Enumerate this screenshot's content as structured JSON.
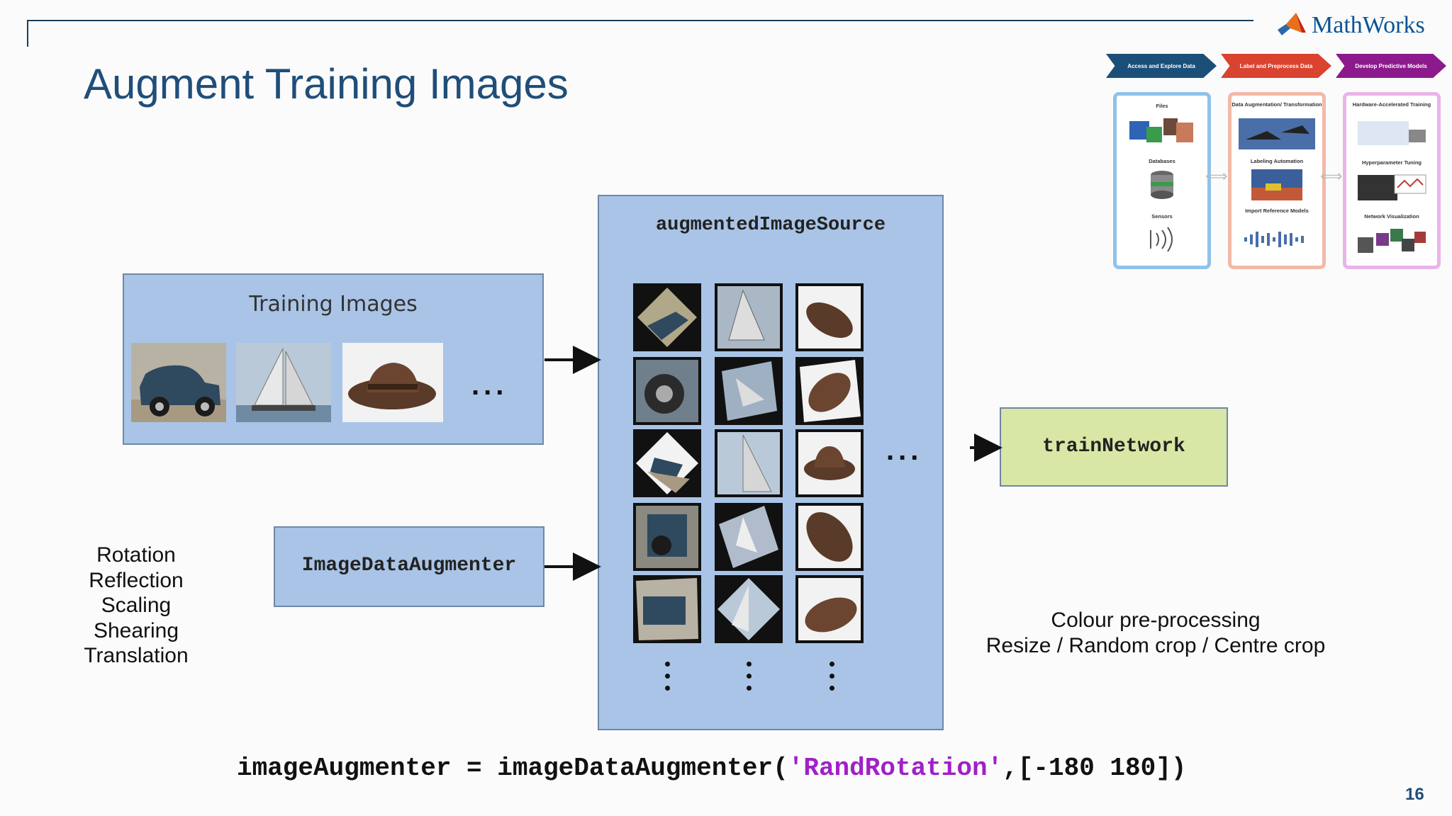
{
  "slide": {
    "title": "Augment Training Images",
    "logo_text": "MathWorks",
    "page_number": "16"
  },
  "workflow": {
    "stages": [
      {
        "label": "Access and Explore Data",
        "color": "#1b4f7a"
      },
      {
        "label": "Label and Preprocess Data",
        "color": "#d9432f"
      },
      {
        "label": "Develop Predictive Models",
        "color": "#8c1a8c"
      }
    ],
    "panels": [
      {
        "items": [
          "Files",
          "Databases",
          "Sensors"
        ],
        "border": "#8ec3ea"
      },
      {
        "items": [
          "Data Augmentation/ Transformation",
          "Labeling Automation",
          "Import Reference Models"
        ],
        "border": "#f3b9a8"
      },
      {
        "items": [
          "Hardware-Accelerated Training",
          "Hyperparameter Tuning",
          "Network Visualization"
        ],
        "border": "#e9b4e9"
      }
    ]
  },
  "diagram": {
    "training_images_label": "Training Images",
    "augmented_source_label": "augmentedImageSource",
    "augmenter_label": "ImageDataAugmenter",
    "train_network_label": "trainNetwork",
    "ellipsis": "...",
    "transforms": [
      "Rotation",
      "Reflection",
      "Scaling",
      "Shearing",
      "Translation"
    ],
    "output_options": [
      "Colour pre-processing",
      "Resize / Random crop / Centre crop"
    ]
  },
  "code": {
    "prefix": "imageAugmenter = imageDataAugmenter(",
    "string_arg": "'RandRotation'",
    "suffix": ",[-180 180])"
  }
}
